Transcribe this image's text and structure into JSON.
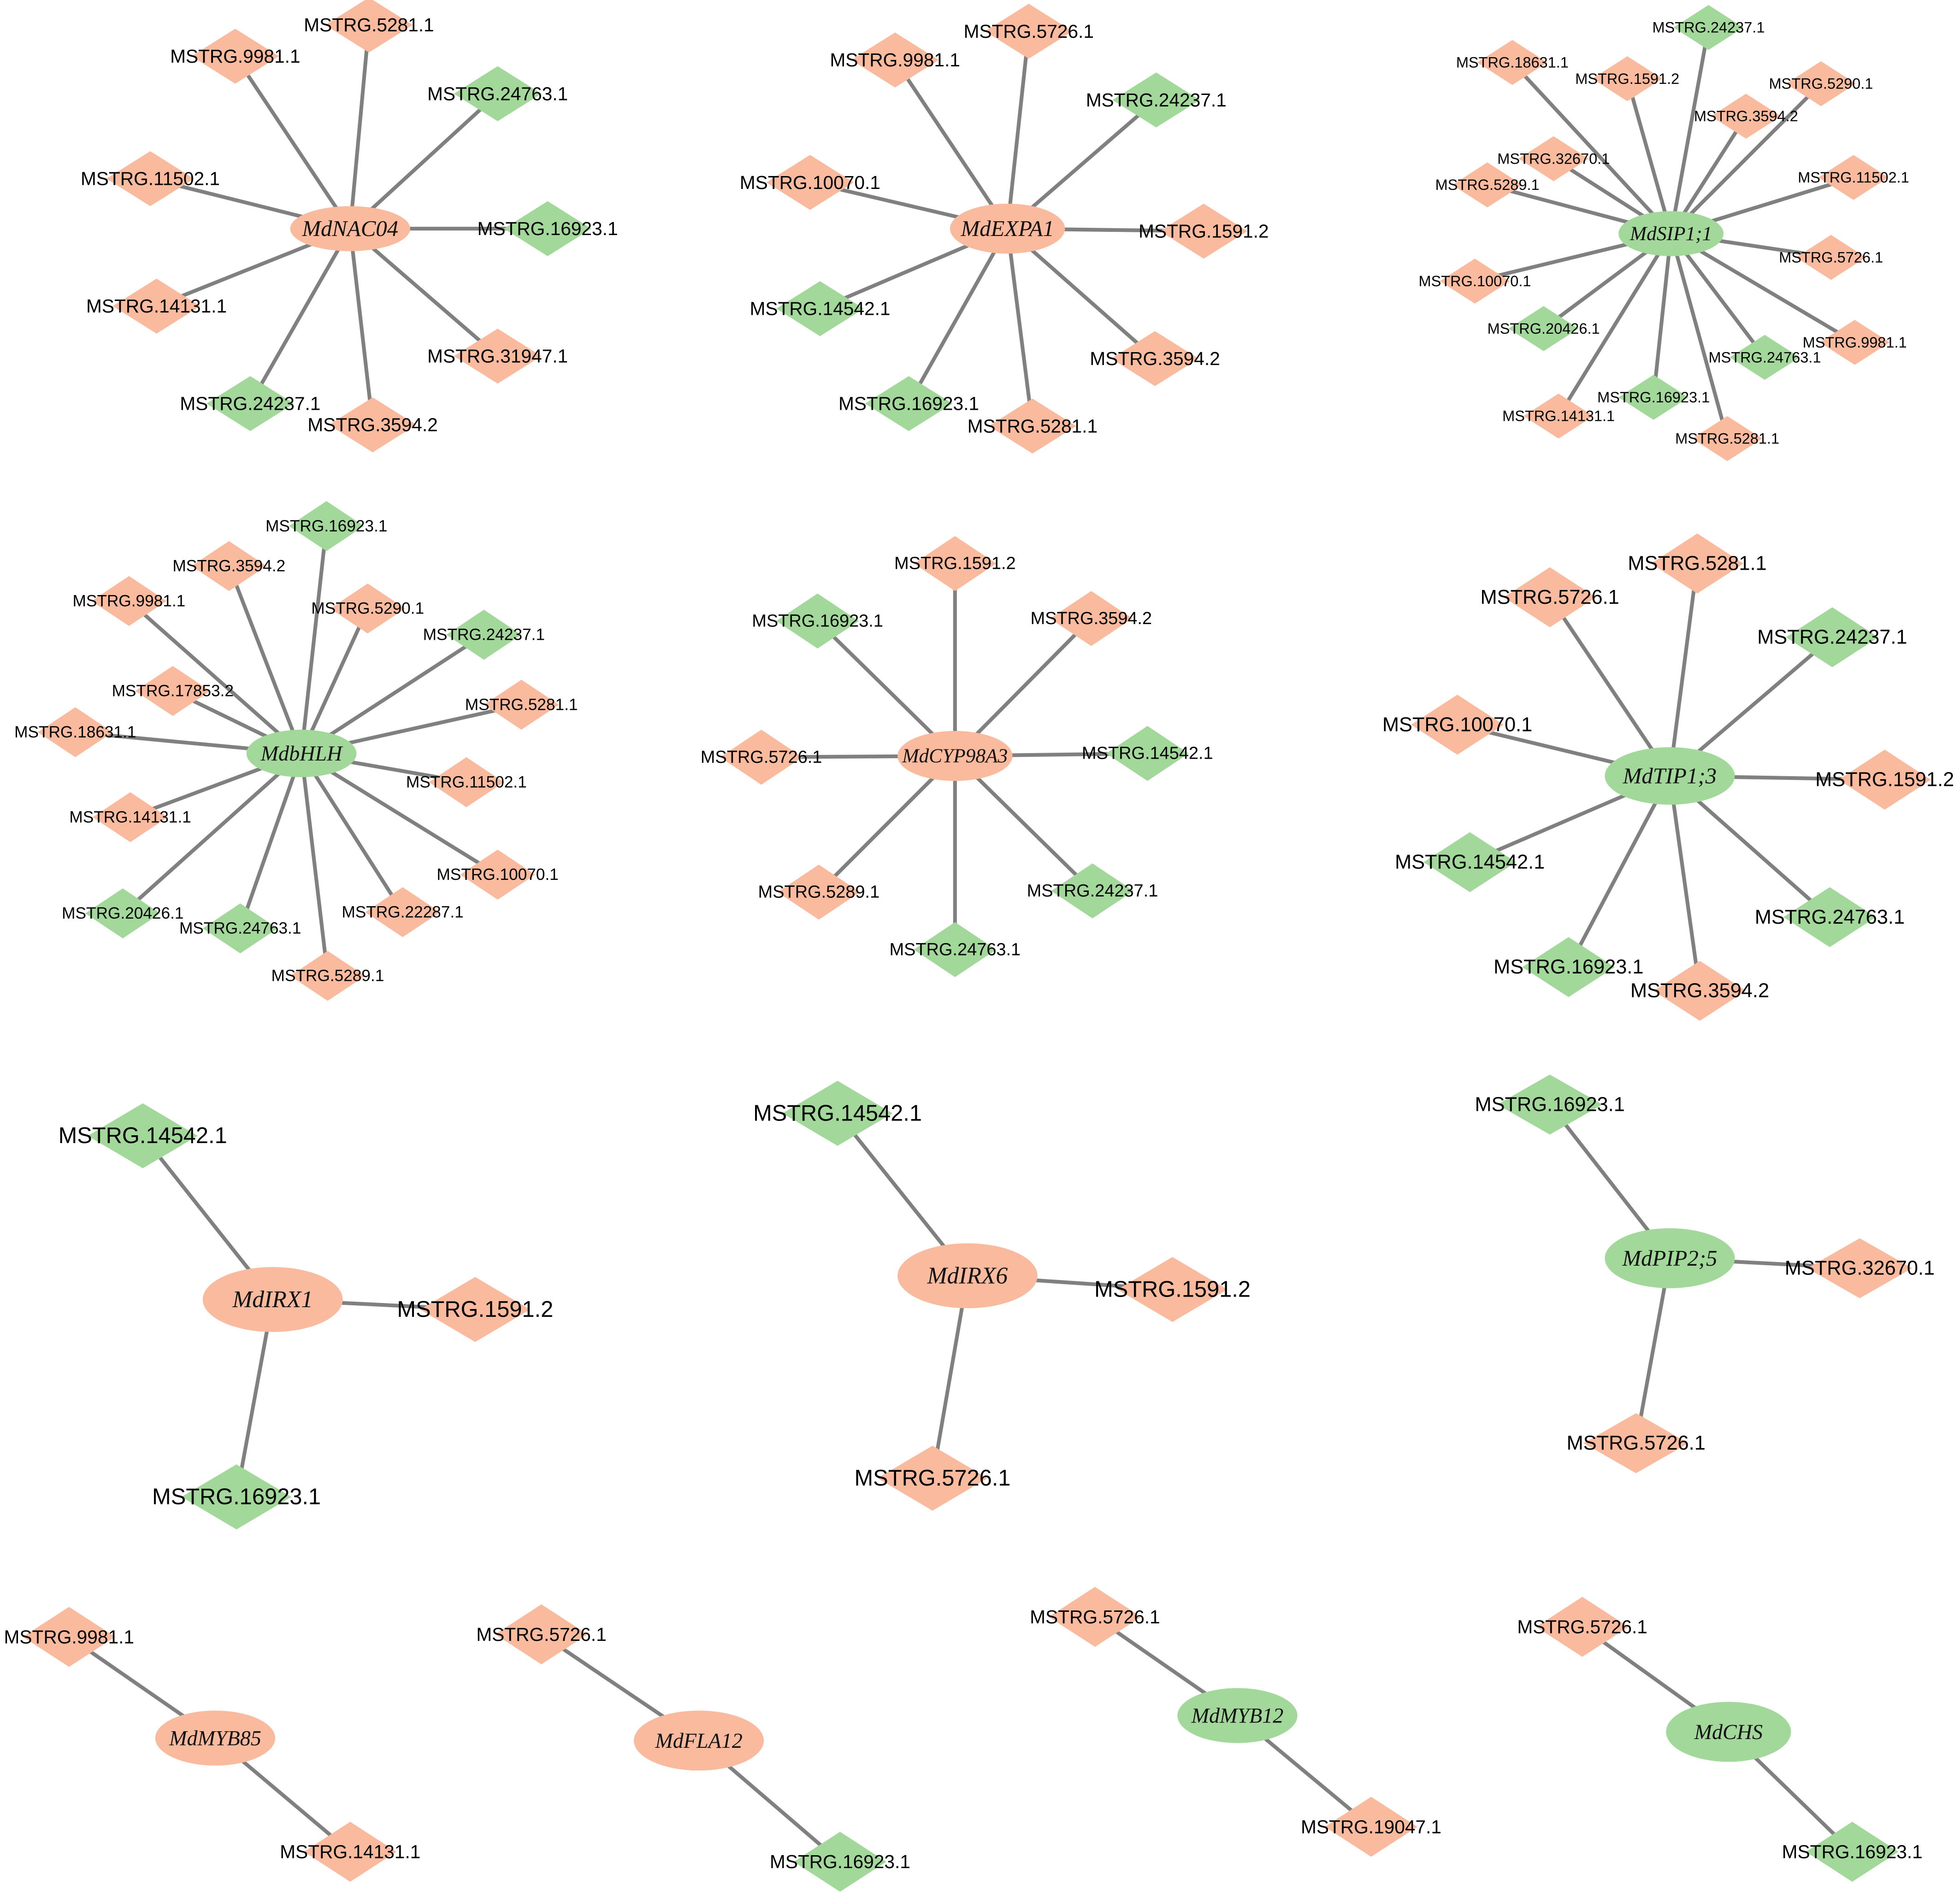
{
  "colors": {
    "mrna": "#F9BA9E",
    "lncrna": "#A2D899",
    "edge": "#808080"
  },
  "networks": [
    {
      "hub": {
        "label": "MdNAC04",
        "type": "mrna"
      },
      "targets": [
        {
          "label": "MSTRG.5281.1",
          "type": "mrna"
        },
        {
          "label": "MSTRG.9981.1",
          "type": "mrna"
        },
        {
          "label": "MSTRG.24763.1",
          "type": "lncrna"
        },
        {
          "label": "MSTRG.11502.1",
          "type": "mrna"
        },
        {
          "label": "MSTRG.16923.1",
          "type": "lncrna"
        },
        {
          "label": "MSTRG.14131.1",
          "type": "mrna"
        },
        {
          "label": "MSTRG.31947.1",
          "type": "mrna"
        },
        {
          "label": "MSTRG.24237.1",
          "type": "lncrna"
        },
        {
          "label": "MSTRG.3594.2",
          "type": "mrna"
        }
      ]
    },
    {
      "hub": {
        "label": "MdEXPA1",
        "type": "mrna"
      },
      "targets": [
        {
          "label": "MSTRG.5726.1",
          "type": "mrna"
        },
        {
          "label": "MSTRG.9981.1",
          "type": "mrna"
        },
        {
          "label": "MSTRG.24237.1",
          "type": "lncrna"
        },
        {
          "label": "MSTRG.10070.1",
          "type": "mrna"
        },
        {
          "label": "MSTRG.1591.2",
          "type": "mrna"
        },
        {
          "label": "MSTRG.14542.1",
          "type": "lncrna"
        },
        {
          "label": "MSTRG.3594.2",
          "type": "mrna"
        },
        {
          "label": "MSTRG.16923.1",
          "type": "lncrna"
        },
        {
          "label": "MSTRG.5281.1",
          "type": "mrna"
        }
      ]
    },
    {
      "hub": {
        "label": "MdSIP1;1",
        "type": "lncrna"
      },
      "targets": [
        {
          "label": "MSTRG.24237.1",
          "type": "lncrna"
        },
        {
          "label": "MSTRG.18631.1",
          "type": "mrna"
        },
        {
          "label": "MSTRG.1591.2",
          "type": "mrna"
        },
        {
          "label": "MSTRG.5290.1",
          "type": "mrna"
        },
        {
          "label": "MSTRG.3594.2",
          "type": "mrna"
        },
        {
          "label": "MSTRG.32670.1",
          "type": "mrna"
        },
        {
          "label": "MSTRG.5289.1",
          "type": "mrna"
        },
        {
          "label": "MSTRG.11502.1",
          "type": "mrna"
        },
        {
          "label": "MSTRG.10070.1",
          "type": "mrna"
        },
        {
          "label": "MSTRG.5726.1",
          "type": "mrna"
        },
        {
          "label": "MSTRG.20426.1",
          "type": "lncrna"
        },
        {
          "label": "MSTRG.9981.1",
          "type": "mrna"
        },
        {
          "label": "MSTRG.24763.1",
          "type": "lncrna"
        },
        {
          "label": "MSTRG.16923.1",
          "type": "lncrna"
        },
        {
          "label": "MSTRG.14131.1",
          "type": "mrna"
        },
        {
          "label": "MSTRG.5281.1",
          "type": "mrna"
        }
      ]
    },
    {
      "hub": {
        "label": "MdbHLH",
        "type": "lncrna"
      },
      "targets": [
        {
          "label": "MSTRG.16923.1",
          "type": "lncrna"
        },
        {
          "label": "MSTRG.3594.2",
          "type": "mrna"
        },
        {
          "label": "MSTRG.9981.1",
          "type": "mrna"
        },
        {
          "label": "MSTRG.5290.1",
          "type": "mrna"
        },
        {
          "label": "MSTRG.24237.1",
          "type": "lncrna"
        },
        {
          "label": "MSTRG.17853.2",
          "type": "mrna"
        },
        {
          "label": "MSTRG.18631.1",
          "type": "mrna"
        },
        {
          "label": "MSTRG.5281.1",
          "type": "mrna"
        },
        {
          "label": "MSTRG.11502.1",
          "type": "mrna"
        },
        {
          "label": "MSTRG.14131.1",
          "type": "mrna"
        },
        {
          "label": "MSTRG.10070.1",
          "type": "mrna"
        },
        {
          "label": "MSTRG.20426.1",
          "type": "lncrna"
        },
        {
          "label": "MSTRG.22287.1",
          "type": "mrna"
        },
        {
          "label": "MSTRG.24763.1",
          "type": "lncrna"
        },
        {
          "label": "MSTRG.5289.1",
          "type": "mrna"
        }
      ]
    },
    {
      "hub": {
        "label": "MdCYP98A3",
        "type": "mrna"
      },
      "targets": [
        {
          "label": "MSTRG.1591.2",
          "type": "mrna"
        },
        {
          "label": "MSTRG.16923.1",
          "type": "lncrna"
        },
        {
          "label": "MSTRG.3594.2",
          "type": "mrna"
        },
        {
          "label": "MSTRG.5726.1",
          "type": "mrna"
        },
        {
          "label": "MSTRG.14542.1",
          "type": "lncrna"
        },
        {
          "label": "MSTRG.5289.1",
          "type": "mrna"
        },
        {
          "label": "MSTRG.24237.1",
          "type": "lncrna"
        },
        {
          "label": "MSTRG.24763.1",
          "type": "lncrna"
        }
      ]
    },
    {
      "hub": {
        "label": "MdTIP1;3",
        "type": "lncrna"
      },
      "targets": [
        {
          "label": "MSTRG.5726.1",
          "type": "mrna"
        },
        {
          "label": "MSTRG.5281.1",
          "type": "mrna"
        },
        {
          "label": "MSTRG.24237.1",
          "type": "lncrna"
        },
        {
          "label": "MSTRG.10070.1",
          "type": "mrna"
        },
        {
          "label": "MSTRG.1591.2",
          "type": "mrna"
        },
        {
          "label": "MSTRG.14542.1",
          "type": "lncrna"
        },
        {
          "label": "MSTRG.24763.1",
          "type": "lncrna"
        },
        {
          "label": "MSTRG.16923.1",
          "type": "lncrna"
        },
        {
          "label": "MSTRG.3594.2",
          "type": "mrna"
        }
      ]
    },
    {
      "hub": {
        "label": "MdIRX1",
        "type": "mrna"
      },
      "targets": [
        {
          "label": "MSTRG.14542.1",
          "type": "lncrna"
        },
        {
          "label": "MSTRG.1591.2",
          "type": "mrna"
        },
        {
          "label": "MSTRG.16923.1",
          "type": "lncrna"
        }
      ]
    },
    {
      "hub": {
        "label": "MdIRX6",
        "type": "mrna"
      },
      "targets": [
        {
          "label": "MSTRG.14542.1",
          "type": "lncrna"
        },
        {
          "label": "MSTRG.1591.2",
          "type": "mrna"
        },
        {
          "label": "MSTRG.5726.1",
          "type": "mrna"
        }
      ]
    },
    {
      "hub": {
        "label": "MdPIP2;5",
        "type": "lncrna"
      },
      "targets": [
        {
          "label": "MSTRG.16923.1",
          "type": "lncrna"
        },
        {
          "label": "MSTRG.32670.1",
          "type": "mrna"
        },
        {
          "label": "MSTRG.5726.1",
          "type": "mrna"
        }
      ]
    },
    {
      "hub": {
        "label": "MdMYB85",
        "type": "mrna"
      },
      "targets": [
        {
          "label": "MSTRG.9981.1",
          "type": "mrna"
        },
        {
          "label": "MSTRG.14131.1",
          "type": "mrna"
        }
      ]
    },
    {
      "hub": {
        "label": "MdFLA12",
        "type": "mrna"
      },
      "targets": [
        {
          "label": "MSTRG.5726.1",
          "type": "mrna"
        },
        {
          "label": "MSTRG.16923.1",
          "type": "lncrna"
        }
      ]
    },
    {
      "hub": {
        "label": "MdMYB12",
        "type": "lncrna"
      },
      "targets": [
        {
          "label": "MSTRG.5726.1",
          "type": "mrna"
        },
        {
          "label": "MSTRG.19047.1",
          "type": "mrna"
        }
      ]
    },
    {
      "hub": {
        "label": "MdCHS",
        "type": "lncrna"
      },
      "targets": [
        {
          "label": "MSTRG.5726.1",
          "type": "mrna"
        },
        {
          "label": "MSTRG.16923.1",
          "type": "lncrna"
        }
      ]
    }
  ]
}
